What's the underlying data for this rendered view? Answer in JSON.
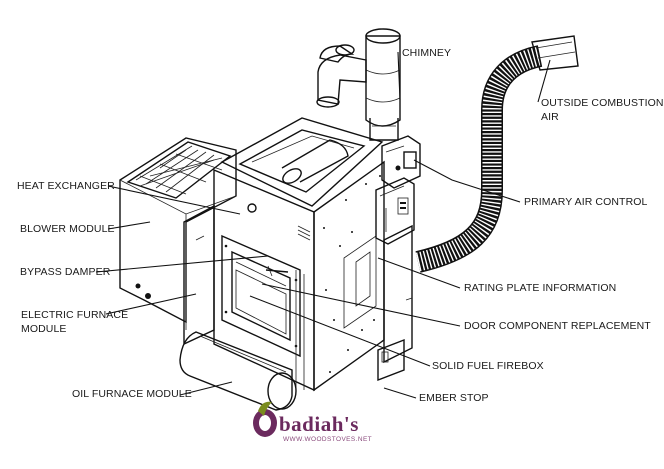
{
  "labels": {
    "chimney": "CHIMNEY",
    "outside_air_line1": "OUTSIDE COMBUSTION",
    "outside_air_line2": "AIR",
    "heat_exchanger": "HEAT EXCHANGER",
    "blower_module": "BLOWER MODULE",
    "primary_air_control": "PRIMARY AIR CONTROL",
    "bypass_damper": "BYPASS DAMPER",
    "rating_plate": "RATING PLATE INFORMATION",
    "electric_furnace_line1": "ELECTRIC FURNACE",
    "electric_furnace_line2": "MODULE",
    "door_component": "DOOR COMPONENT REPLACEMENT",
    "solid_fuel_firebox": "SOLID FUEL FIREBOX",
    "oil_furnace_module": "OIL FURNACE MODULE",
    "ember_stop": "EMBER STOP"
  },
  "brand": {
    "name": "badiah's",
    "initial": "O",
    "url": "WWW.WOODSTOVES.NET",
    "color": "#6b2a5e",
    "leaf_color": "#7a8c1e"
  }
}
